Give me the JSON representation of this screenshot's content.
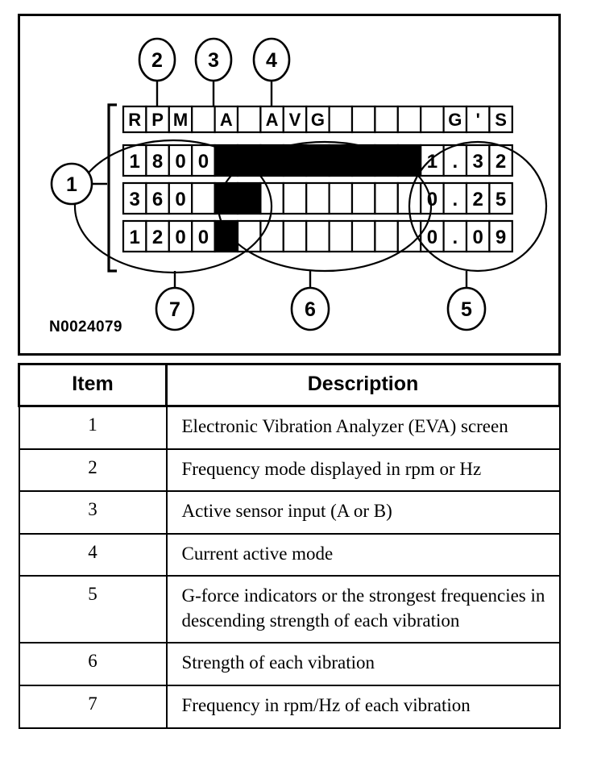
{
  "figure": {
    "figure_id": "N0024079",
    "display": {
      "columns": 17,
      "header_row": {
        "label": "eva-header-row",
        "cells": [
          "R",
          "P",
          "M",
          "",
          "A",
          "",
          "A",
          "V",
          "G",
          "",
          "",
          "",
          "",
          "",
          "G",
          "'",
          "S"
        ]
      },
      "data_rows": [
        {
          "label": "eva-row-1",
          "frequency": [
            "1",
            "8",
            "0",
            "0"
          ],
          "bar_filled_cells": 9,
          "bar_total_cells": 9,
          "gforce": [
            "1",
            ".",
            "3",
            "2"
          ]
        },
        {
          "label": "eva-row-2",
          "frequency": [
            "3",
            "6",
            "0",
            ""
          ],
          "bar_filled_cells": 2,
          "bar_total_cells": 9,
          "gforce": [
            "0",
            ".",
            "2",
            "5"
          ]
        },
        {
          "label": "eva-row-3",
          "frequency": [
            "1",
            "2",
            "0",
            "0"
          ],
          "bar_filled_cells": 1,
          "bar_total_cells": 9,
          "gforce": [
            "0",
            ".",
            "0",
            "9"
          ]
        }
      ]
    },
    "callouts": [
      {
        "number": "1",
        "position": "left"
      },
      {
        "number": "2",
        "position": "top"
      },
      {
        "number": "3",
        "position": "top"
      },
      {
        "number": "4",
        "position": "top"
      },
      {
        "number": "5",
        "position": "bottom"
      },
      {
        "number": "6",
        "position": "bottom"
      },
      {
        "number": "7",
        "position": "bottom"
      }
    ]
  },
  "table": {
    "headers": {
      "item": "Item",
      "description": "Description"
    },
    "rows": [
      {
        "item": "1",
        "description": "Electronic Vibration Analyzer (EVA) screen"
      },
      {
        "item": "2",
        "description": "Frequency mode displayed in rpm or Hz"
      },
      {
        "item": "3",
        "description": "Active sensor input (A or B)"
      },
      {
        "item": "4",
        "description": "Current active mode"
      },
      {
        "item": "5",
        "description": "G-force indicators or the strongest frequencies in descending strength of each vibration"
      },
      {
        "item": "6",
        "description": "Strength of each vibration"
      },
      {
        "item": "7",
        "description": "Frequency in rpm/Hz of each vibration"
      }
    ]
  },
  "colors": {
    "ink": "#000000",
    "paper": "#ffffff"
  }
}
